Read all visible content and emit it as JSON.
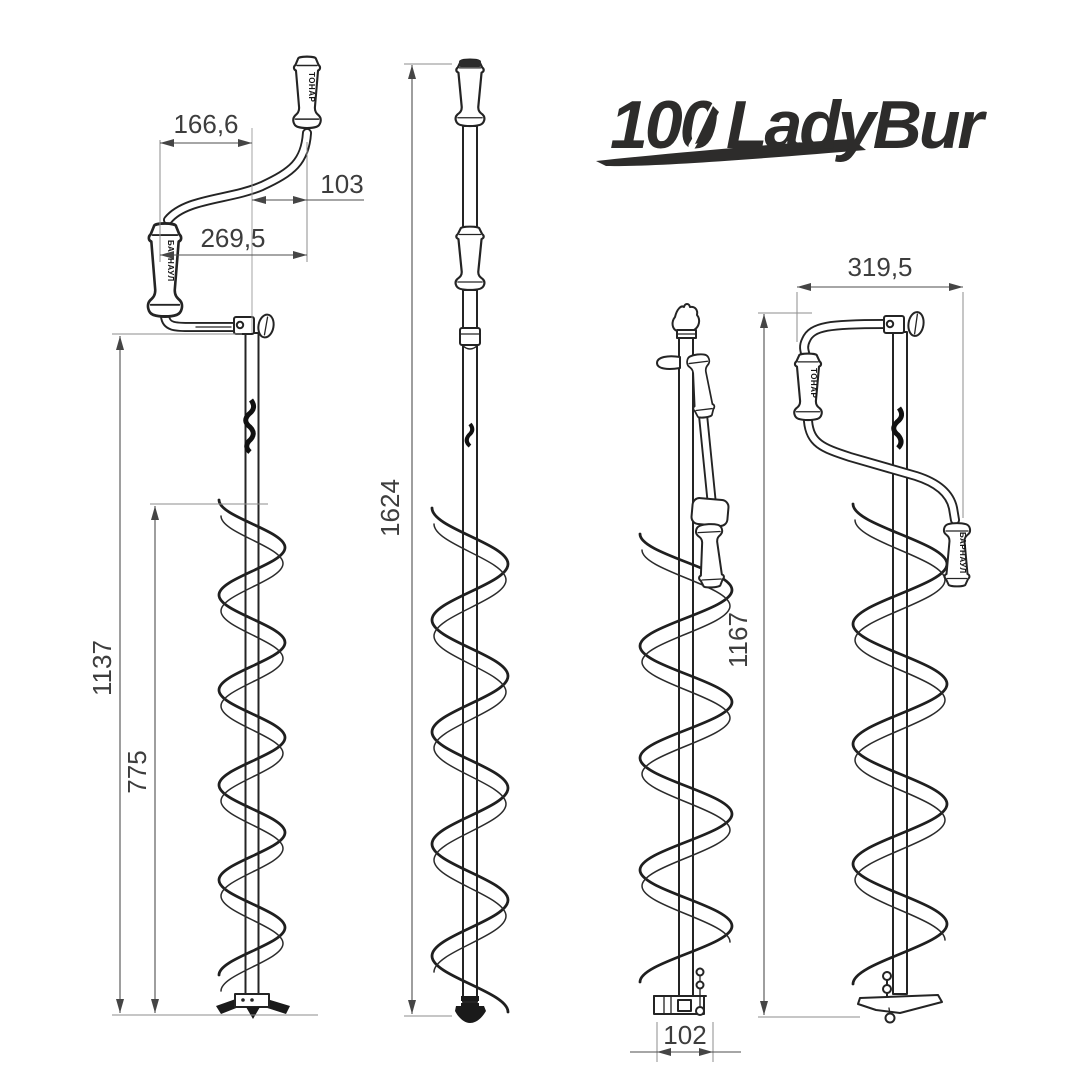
{
  "brand_logo": {
    "prefix": "100",
    "name": "LadyBur"
  },
  "views": {
    "assembled": {
      "crank_offset_left": "166,6",
      "crank_offset_right": "103",
      "crank_width_total": "269,5",
      "overall_height": "1137",
      "screw_section_length": "775"
    },
    "extended": {
      "overall_length": "1624"
    },
    "folded": {
      "cutting_head_width": "102"
    },
    "assembled_side": {
      "crank_span": "319,5",
      "working_height": "1167"
    }
  },
  "grip_markings": {
    "top": "ТОНАР",
    "side": "БАРНАУЛ"
  }
}
